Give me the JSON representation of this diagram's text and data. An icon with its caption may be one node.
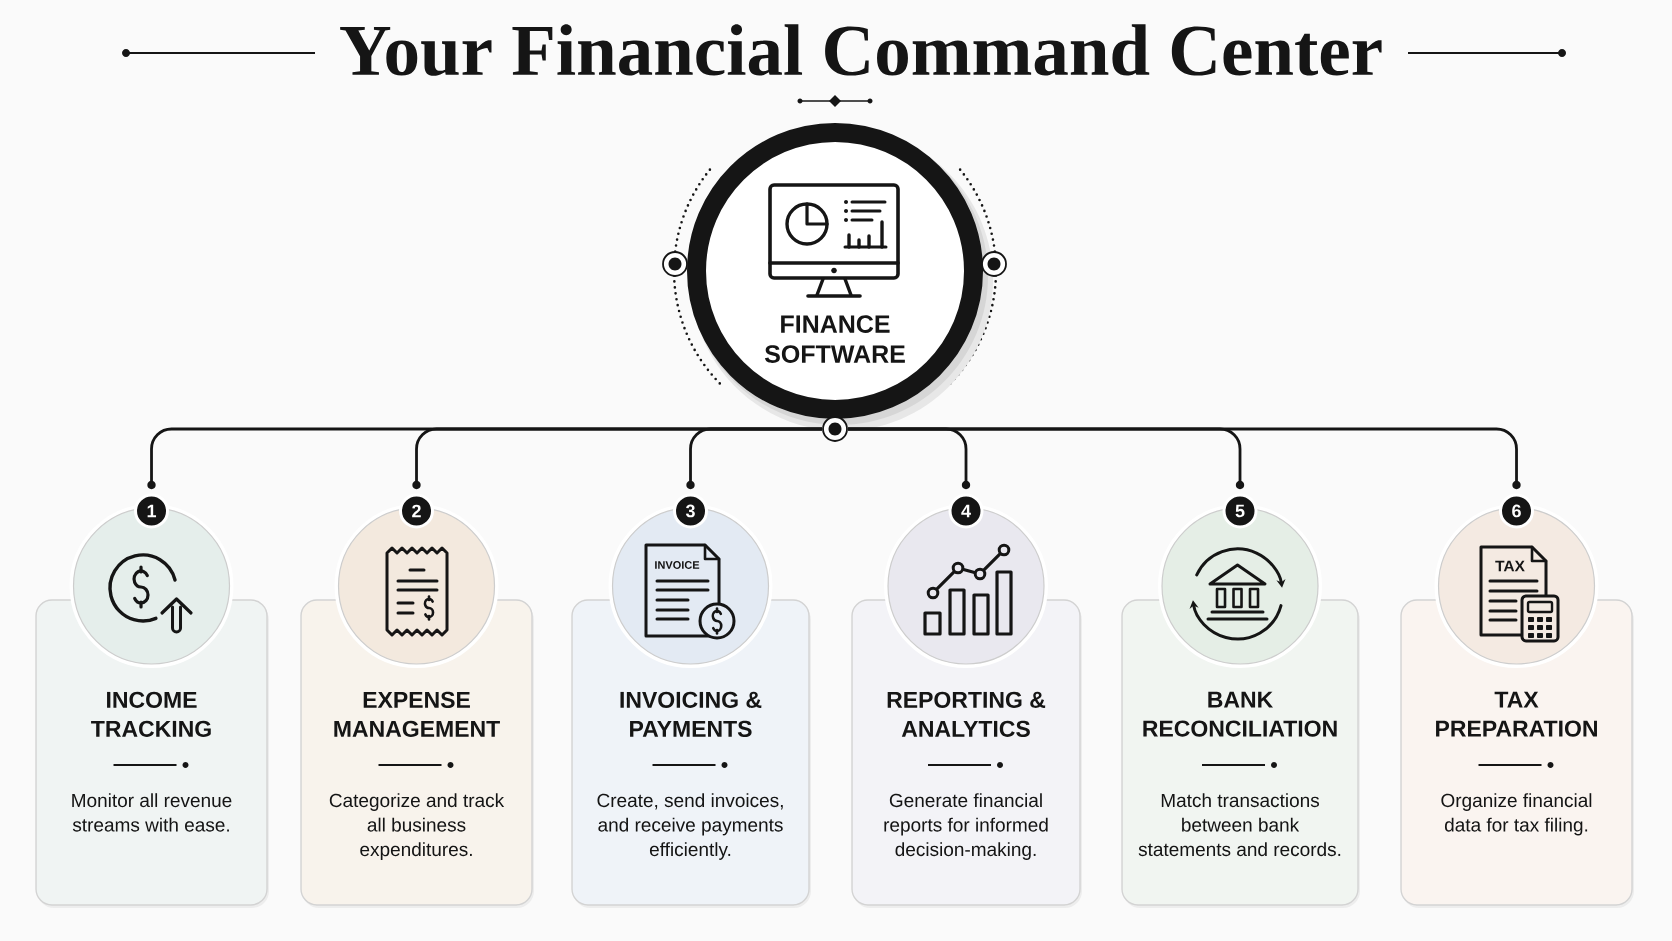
{
  "diagram": {
    "title": "Your Financial Command Center",
    "nodes": [
      {
        "text": [
          "FINANCE SOFTWARE"
        ]
      },
      {
        "text": [
          "1"
        ]
      },
      {
        "text": [
          "INCOME TRACKING",
          "Monitor all revenue streams with ease."
        ]
      },
      {
        "text": [
          "2"
        ]
      },
      {
        "text": [
          "EXPENSE MANAGEMENT",
          "Categorize and track all business expenditures."
        ]
      },
      {
        "text": [
          "3"
        ]
      },
      {
        "text": [
          "INVOICING & PAYMENTS",
          "Create, send invoices, and receive payments efficiently."
        ]
      },
      {
        "text": [
          "4"
        ]
      },
      {
        "text": [
          "REPORTING & ANALYTICS",
          "Generate financial reports for informed decision-making."
        ]
      },
      {
        "text": [
          "5"
        ]
      },
      {
        "text": [
          "BANK RECONCILIATION",
          "Match transactions between bank statements and records."
        ]
      },
      {
        "text": [
          "6"
        ]
      },
      {
        "text": [
          "TAX PREPARATION",
          "Organize financial data for tax filing."
        ]
      }
    ],
    "edges": [
      {
        "from": 0,
        "to": 1,
        "arrow": "none"
      },
      {
        "from": 0,
        "to": 3,
        "arrow": "none"
      },
      {
        "from": 0,
        "to": 5,
        "arrow": "none"
      },
      {
        "from": 0,
        "to": 7,
        "arrow": "none"
      },
      {
        "from": 0,
        "to": 9,
        "arrow": "none"
      },
      {
        "from": 0,
        "to": 11,
        "arrow": "none"
      }
    ],
    "labels": [
      "INVOICE",
      "TAX"
    ]
  }
}
